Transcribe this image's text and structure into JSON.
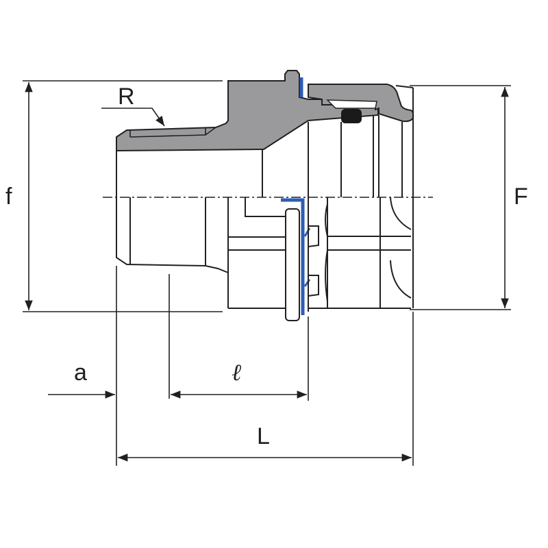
{
  "diagram": {
    "labels": {
      "thread": "R",
      "outer_height_small": "f",
      "outer_height_large": "F",
      "thread_length": "a",
      "insertion_depth": "ℓ",
      "total_length": "L"
    },
    "colors": {
      "body": "#9a9a9c",
      "seal_ring": "#2f5db5",
      "o_ring": "#1a1a1a",
      "lines": "#231f20"
    }
  }
}
